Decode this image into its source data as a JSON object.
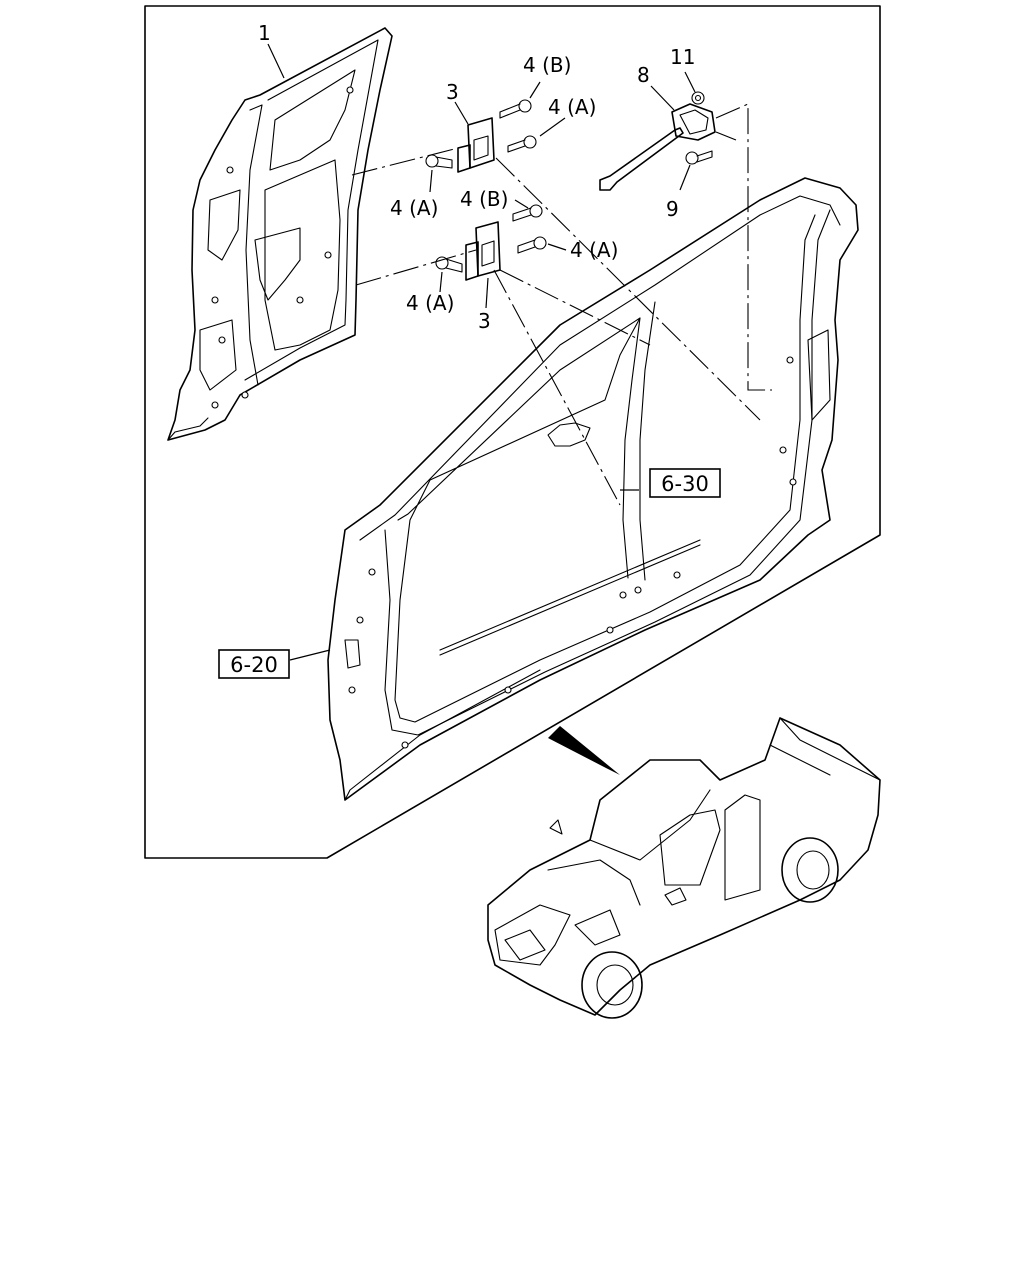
{
  "callouts": [
    {
      "id": "c1",
      "text": "1"
    },
    {
      "id": "c3a",
      "text": "3"
    },
    {
      "id": "c3b",
      "text": "3"
    },
    {
      "id": "c4b_top",
      "text": "4 (B)"
    },
    {
      "id": "c4a_top",
      "text": "4 (A)"
    },
    {
      "id": "c4a_left",
      "text": "4 (A)"
    },
    {
      "id": "c4b_mid",
      "text": "4 (B)"
    },
    {
      "id": "c4a_right",
      "text": "4 (A)"
    },
    {
      "id": "c4a_low",
      "text": "4 (A)"
    },
    {
      "id": "c8",
      "text": "8"
    },
    {
      "id": "c9",
      "text": "9"
    },
    {
      "id": "c11",
      "text": "11"
    }
  ],
  "references": [
    {
      "id": "r630",
      "text": "6-30"
    },
    {
      "id": "r620",
      "text": "6-20"
    }
  ]
}
